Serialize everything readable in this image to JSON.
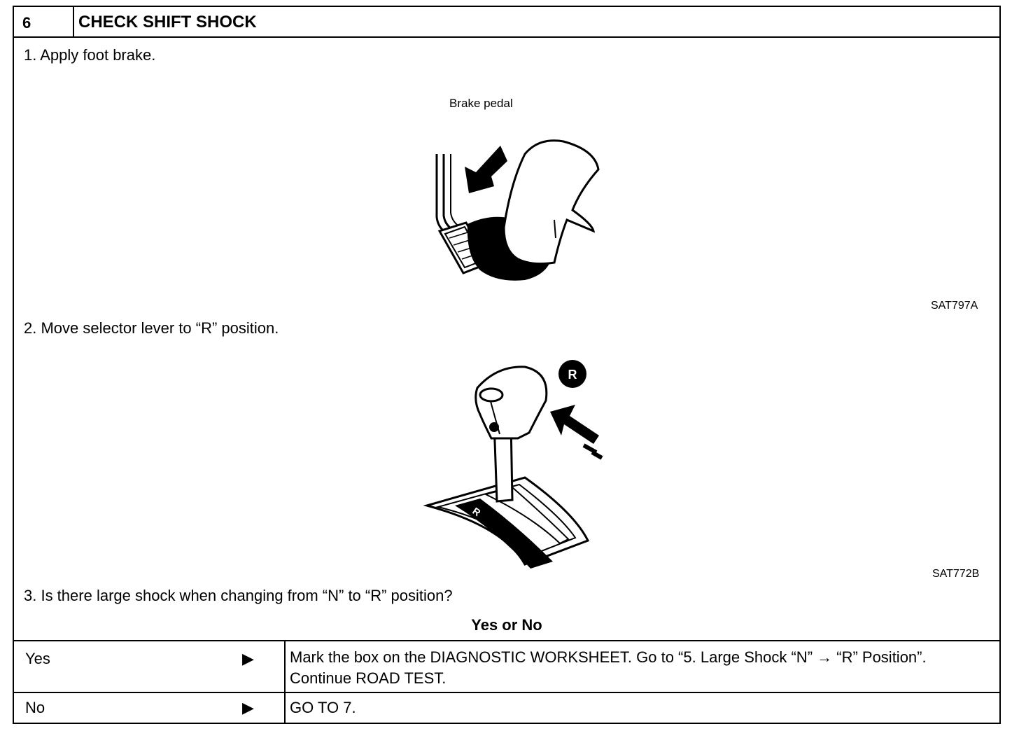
{
  "header": {
    "step_number": "6",
    "title": "CHECK SHIFT SHOCK"
  },
  "steps": [
    {
      "text": "1.  Apply foot brake."
    },
    {
      "text": "2.  Move selector lever to “R” position."
    },
    {
      "text": "3.  Is there large shock when changing from “N” to “R” position?"
    }
  ],
  "figures": [
    {
      "label": "Brake pedal",
      "code": "SAT797A"
    },
    {
      "badge": "R",
      "gate_letter": "R",
      "code": "SAT772B"
    }
  ],
  "question_caption": "Yes or No",
  "answers": [
    {
      "label": "Yes",
      "arrow": "▶",
      "text": "Mark the box on the DIAGNOSTIC WORKSHEET. Go to “5. Large Shock “N” → “R” Position”. Continue ROAD TEST."
    },
    {
      "label": "No",
      "arrow": "▶",
      "text": "GO TO 7."
    }
  ]
}
